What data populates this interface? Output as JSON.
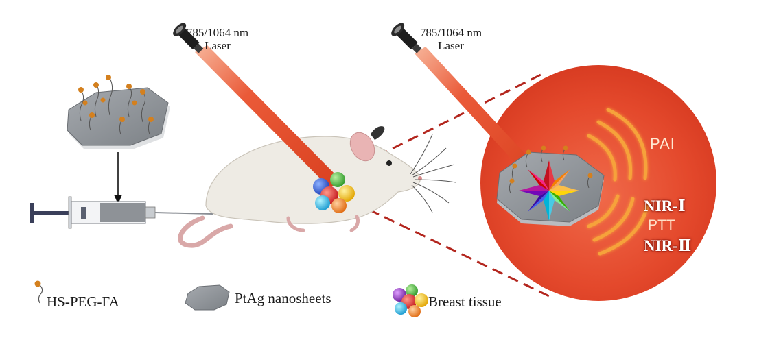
{
  "laser_left": {
    "line1": "785/1064 nm",
    "line2": "Laser"
  },
  "laser_right": {
    "line1": "785/1064 nm",
    "line2": "Laser"
  },
  "inset": {
    "pai": "PAI",
    "nir1": "NIR-Ⅰ",
    "ptt": "PTT",
    "nir2": "NIR-Ⅱ"
  },
  "legend": {
    "peg": "HS-PEG-FA",
    "nanosheet": "PtAg nanosheets",
    "tissue": "Breast tissue"
  },
  "colors": {
    "laser": "#e3492b",
    "inset_circle": "#e2492c",
    "nanosheet": "#8f9499",
    "mouse": "#eeebe4"
  },
  "icons": [
    "laser-emitter-icon",
    "nanosheet-icon",
    "syringe-icon",
    "mouse-icon",
    "breast-tissue-icon",
    "peg-ligand-icon",
    "star-burst-icon"
  ]
}
